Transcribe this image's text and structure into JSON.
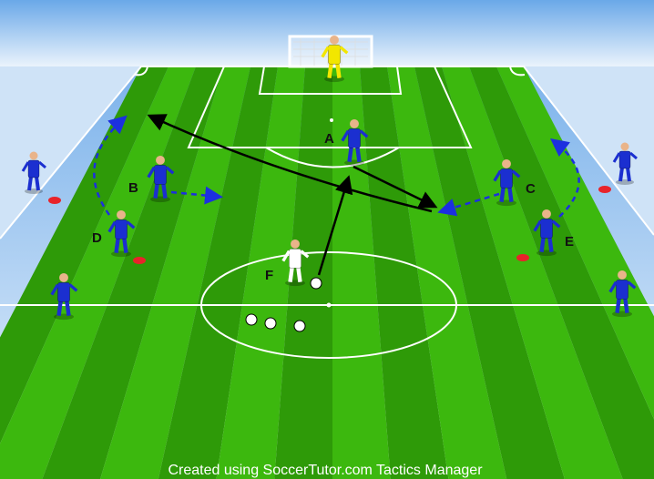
{
  "labels": {
    "a": "A",
    "b": "B",
    "c": "C",
    "d": "D",
    "e": "E",
    "f": "F"
  },
  "footer": "Created using SoccerTutor.com Tactics Manager",
  "colors": {
    "pitch_dark": "#2e9a08",
    "pitch_light": "#3cb80e",
    "team": "#1b2fd0",
    "goalkeeper": "#f2e600",
    "opponent": "#ffffff",
    "cone": "#e8232a",
    "arrow_pass": "#000000",
    "arrow_run": "#1c2fe0"
  }
}
